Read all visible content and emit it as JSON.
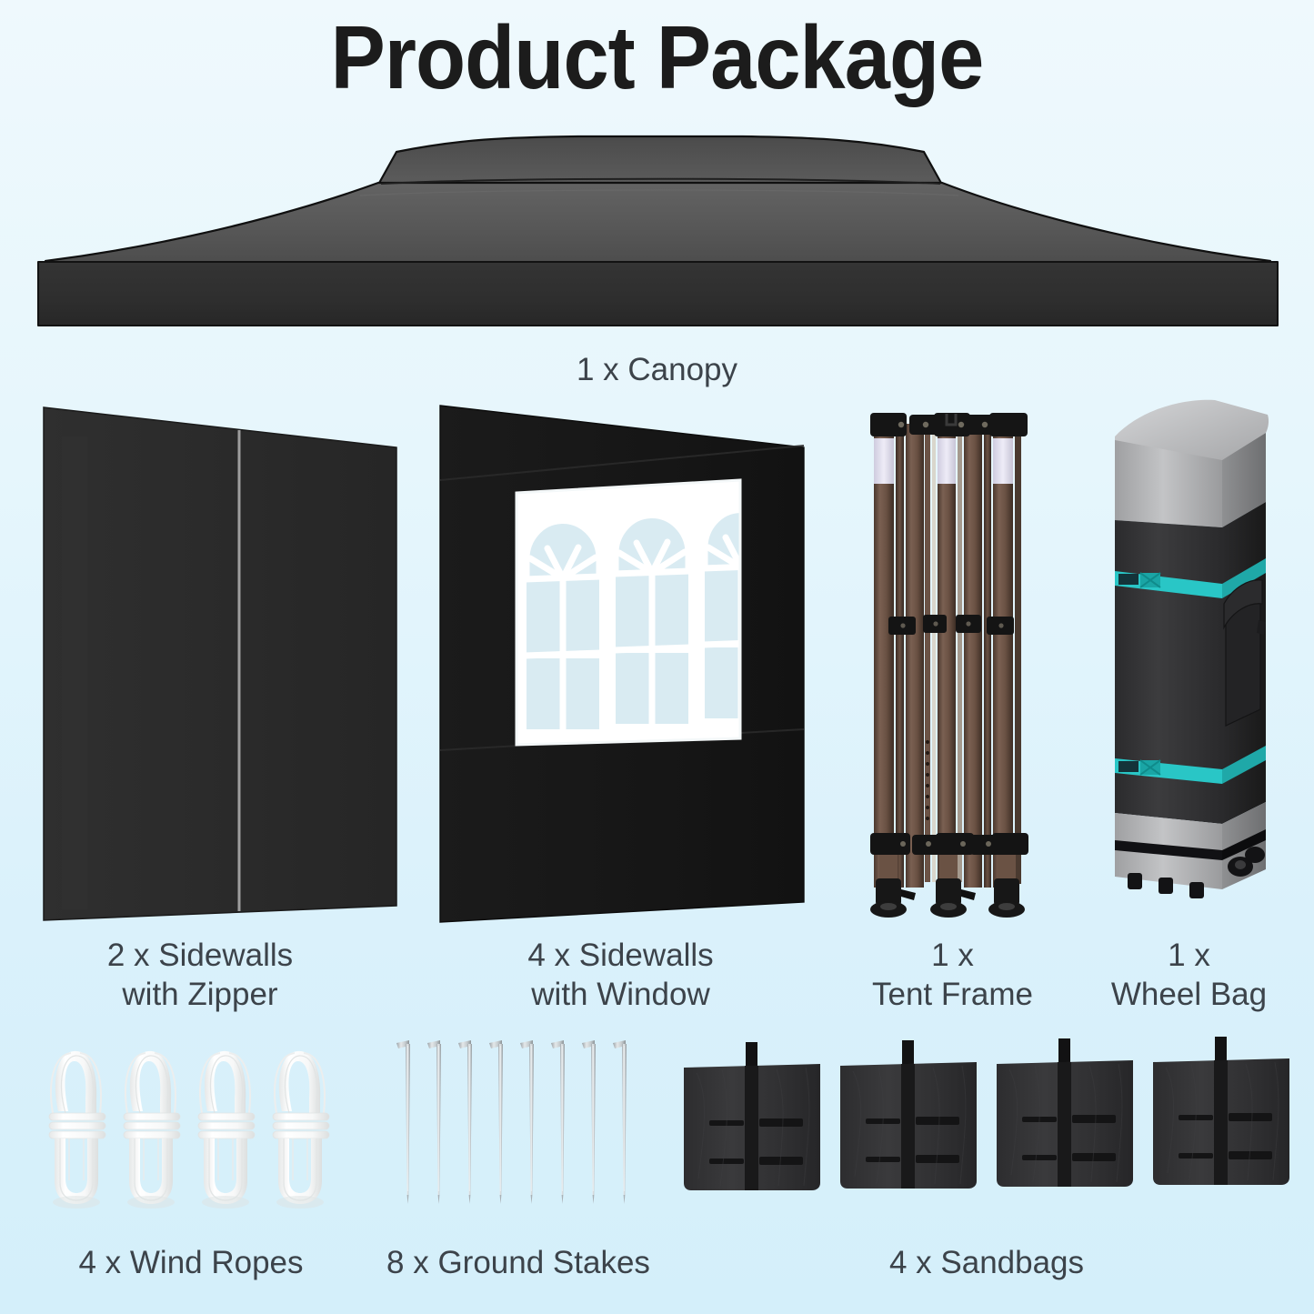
{
  "page": {
    "title": "Product Package",
    "background_top_color": "#eff9fd",
    "background_bottom_color": "#d4effa",
    "caption_color": "#3c434a"
  },
  "items": [
    {
      "id": "canopy",
      "icon": "canopy-icon",
      "quantity": "1",
      "name": "Canopy",
      "caption": "1 x Canopy",
      "colors": {
        "roof": "#585858",
        "valance": "#2d2d2d",
        "outline": "#111111"
      }
    },
    {
      "id": "sidewall-zipper",
      "icon": "sidewall-zipper-icon",
      "quantity": "2",
      "name": "Sidewalls with Zipper",
      "caption": "2 x Sidewalls\nwith Zipper",
      "colors": {
        "fabric": "#2e2e2e",
        "zipper": "#8c8c8c"
      }
    },
    {
      "id": "sidewall-window",
      "icon": "sidewall-window-icon",
      "quantity": "4",
      "name": "Sidewalls with Window",
      "caption": "4 x Sidewalls\nwith Window",
      "colors": {
        "fabric": "#181818",
        "glass": "#dcecf3",
        "mullion": "#ffffff"
      }
    },
    {
      "id": "tent-frame",
      "icon": "tent-frame-icon",
      "quantity": "1",
      "name": "Tent Frame",
      "caption": "1 x\nTent Frame",
      "colors": {
        "pole": "#6b5446",
        "connector": "#1a1a1a",
        "sleeve": "#e3e1ef"
      }
    },
    {
      "id": "wheel-bag",
      "icon": "wheel-bag-icon",
      "quantity": "1",
      "name": "Wheel Bag",
      "caption": "1 x\nWheel Bag",
      "colors": {
        "body": "#353537",
        "cap": "#a9a9a9",
        "strap": "#29c6c6"
      }
    },
    {
      "id": "wind-ropes",
      "icon": "wind-rope-icon",
      "quantity": "4",
      "name": "Wind Ropes",
      "caption": "4 x Wind Ropes",
      "colors": {
        "rope": "#fbfbfb",
        "shadow": "#dfe3e3"
      }
    },
    {
      "id": "ground-stakes",
      "icon": "ground-stake-icon",
      "quantity": "8",
      "name": "Ground Stakes",
      "caption": "8 x Ground Stakes",
      "colors": {
        "metal": "#bdc3c7"
      }
    },
    {
      "id": "sandbags",
      "icon": "sandbag-icon",
      "quantity": "4",
      "name": "Sandbags",
      "caption": "4 x Sandbags",
      "colors": {
        "bag": "#2b2b2d",
        "strap": "#131314"
      }
    }
  ]
}
